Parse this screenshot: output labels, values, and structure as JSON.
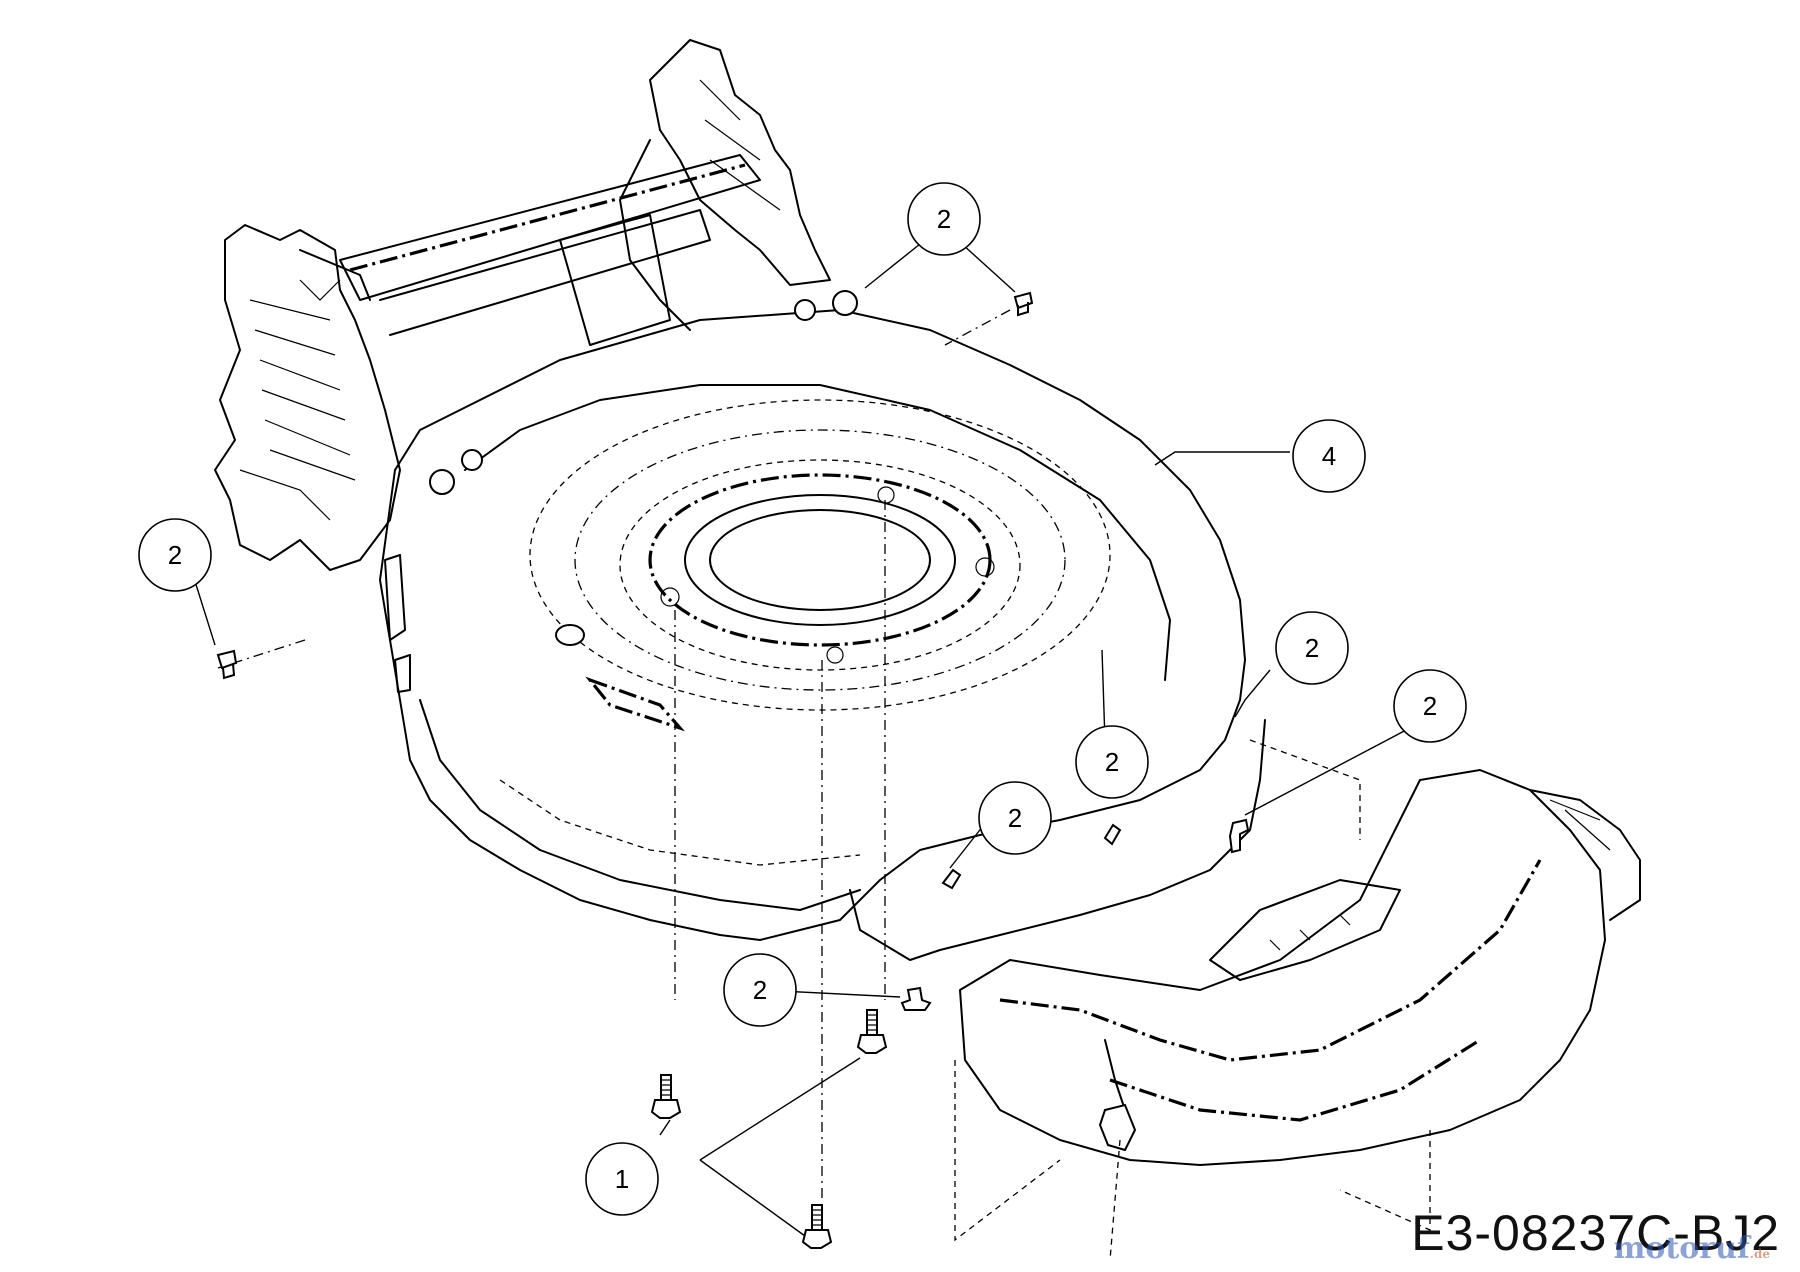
{
  "drawing_code": "E3-08237C-BJ2",
  "watermark": {
    "brand": "motoruf",
    "tld": ".de"
  },
  "callouts": [
    {
      "label": "2"
    },
    {
      "label": "4"
    },
    {
      "label": "2"
    },
    {
      "label": "2"
    },
    {
      "label": "2"
    },
    {
      "label": "2"
    },
    {
      "label": "2"
    },
    {
      "label": "2"
    },
    {
      "label": "1"
    }
  ]
}
